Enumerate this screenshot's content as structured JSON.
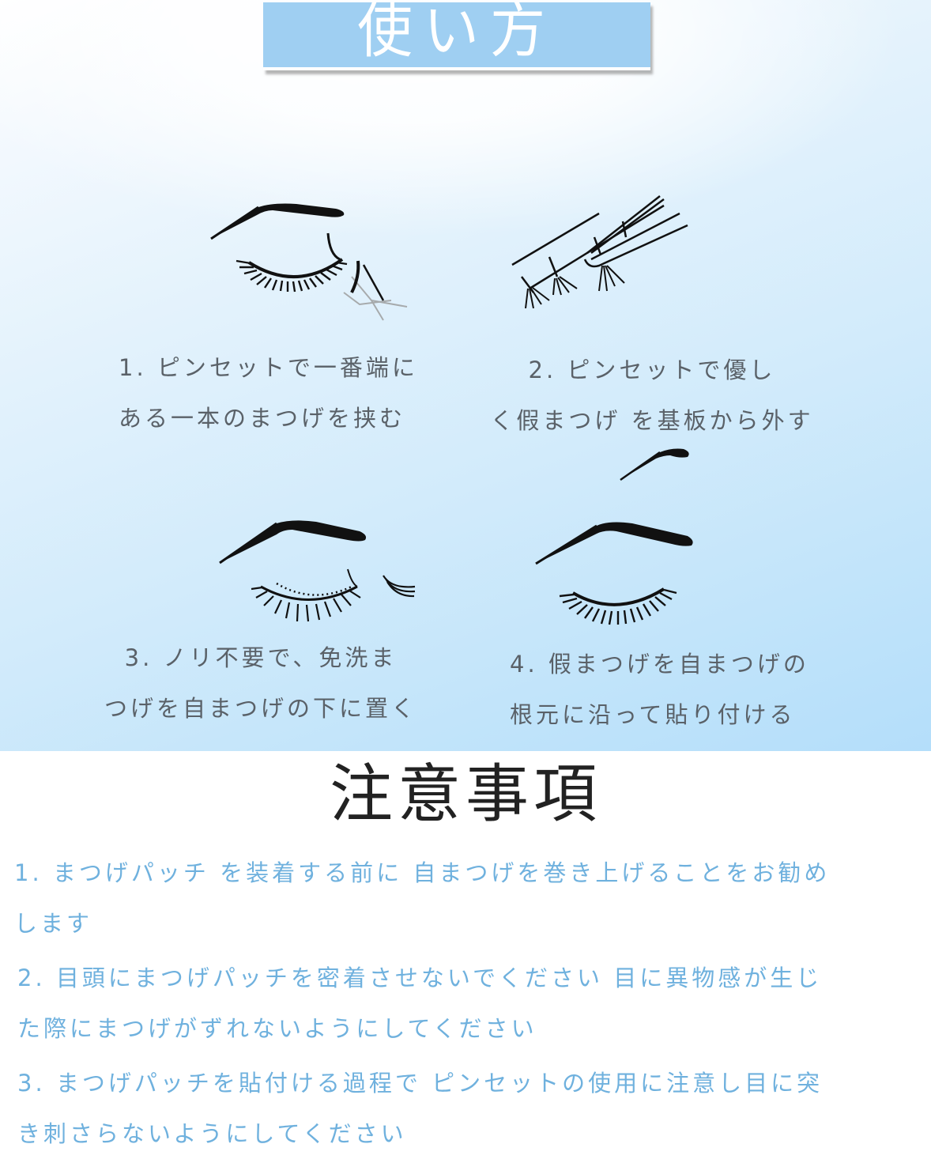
{
  "howto": {
    "title": "使い方",
    "steps": [
      {
        "line1": "1. ピンセットで一番端に",
        "line2": "ある一本のまつげを挟む",
        "illustration": "eyelash-tweezer-pinch-icon"
      },
      {
        "line1": "2. ピンセットで優し",
        "line2": "く假まつげ  を基板から外す",
        "illustration": "tweezer-remove-lash-icon"
      },
      {
        "line1": "3. ノリ不要で、免洗ま",
        "line2": "つげを自まつげの下に置く",
        "illustration": "lash-place-under-icon"
      },
      {
        "line1": "4. 假まつげを自まつげの",
        "line2": "根元に沿って貼り付ける",
        "illustration": "lash-attached-eye-icon"
      }
    ]
  },
  "notes": {
    "title": "注意事項",
    "items": [
      {
        "line1": "1. まつげパッチ  を装着する前に  自まつげを巻き上げることをお勧め",
        "line2": "します"
      },
      {
        "line1": "2. 目頭にまつげパッチを密着させないでください  目に異物感が生じ",
        "line2": "た際にまつげがずれないようにしてください"
      },
      {
        "line1": "3. まつげパッチを貼付ける過程で  ピンセットの使用に注意し目に突",
        "line2": "き刺さらないようにしてください"
      }
    ]
  },
  "colors": {
    "banner": "#9fcff2",
    "step_text": "#5a6168",
    "notes_text": "#6fb1de",
    "notes_title": "#222222"
  }
}
